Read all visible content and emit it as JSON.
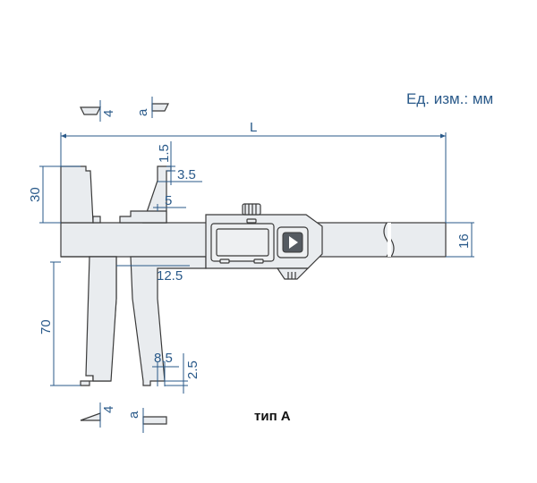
{
  "units_label": "Ед. изм.: мм",
  "type_label": "тип А",
  "dimensions": {
    "overall_length": "L",
    "upper_jaw_length": "30",
    "lower_jaw_length": "70",
    "beam_width": "16",
    "upper_tip_1": "1.5",
    "upper_tip_2": "3.5",
    "upper_tip_3": "5",
    "lower_gap": "12.5",
    "lower_tip_1": "8.5",
    "lower_tip_2": "2.5"
  },
  "sections": {
    "top_left_label": "4",
    "top_right_label": "a",
    "bottom_left_label": "4",
    "bottom_right_label": "a"
  },
  "colors": {
    "dimension": "#2a5a8a",
    "outline": "#3a3a3a",
    "fill": "#e9ecef"
  }
}
